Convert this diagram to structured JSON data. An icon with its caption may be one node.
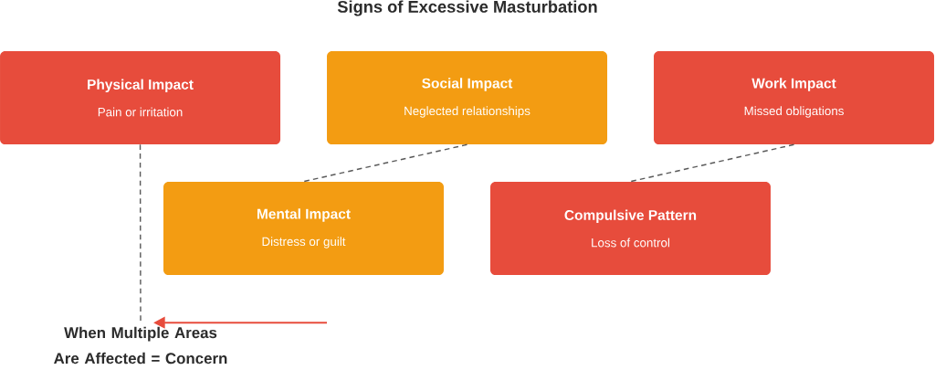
{
  "diagram": {
    "title": "Signs of Excessive Masturbation",
    "nodes": [
      {
        "text": [
          "Physical Impact",
          "Pain or irritation"
        ]
      },
      {
        "text": [
          "Social Impact",
          "Neglected relationships"
        ]
      },
      {
        "text": [
          "Work Impact",
          "Missed obligations"
        ]
      },
      {
        "text": [
          "Mental Impact",
          "Distress or guilt"
        ]
      },
      {
        "text": [
          "Compulsive Pattern",
          "Loss of control"
        ]
      },
      {
        "text": [
          "When Multiple Areas Are Affected = Concern"
        ]
      }
    ],
    "edges": [
      {
        "from": 0,
        "to": 5,
        "arrow": "none",
        "style": "dashed"
      },
      {
        "from": 1,
        "to": 3,
        "arrow": "none",
        "style": "dashed"
      },
      {
        "from": 2,
        "to": 4,
        "arrow": "none",
        "style": "dashed"
      },
      {
        "from": null,
        "to": 5,
        "arrow": "to",
        "color": "#e74c3c"
      }
    ]
  }
}
